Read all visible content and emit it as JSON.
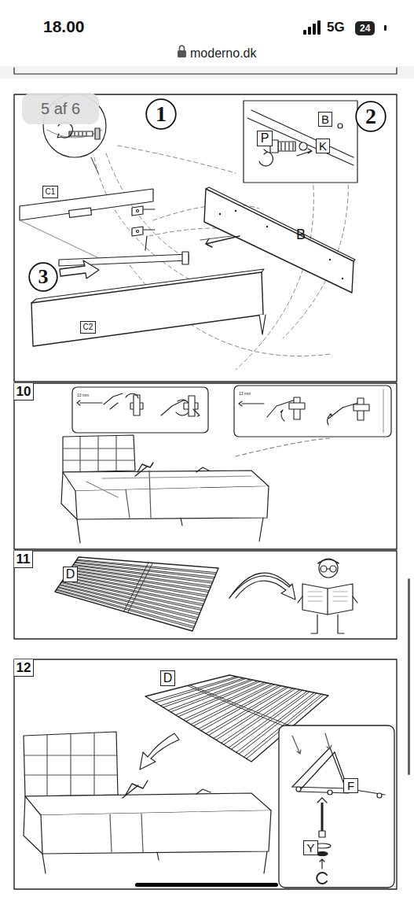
{
  "diagram": {
    "nodes": [
      {
        "text": [
          "5 af 6"
        ]
      },
      {
        "text": [
          "1"
        ]
      },
      {
        "text": [
          "2"
        ]
      },
      {
        "text": [
          "B"
        ]
      },
      {
        "text": [
          "P"
        ]
      },
      {
        "text": [
          "K"
        ]
      },
      {
        "text": [
          "C1"
        ]
      },
      {
        "text": [
          "3"
        ]
      },
      {
        "text": [
          "C2"
        ]
      },
      {
        "text": [
          "10"
        ]
      },
      {
        "text": [
          "11"
        ]
      },
      {
        "text": [
          "D"
        ]
      },
      {
        "text": [
          "12"
        ]
      },
      {
        "text": [
          "D"
        ]
      },
      {
        "text": [
          "F"
        ]
      },
      {
        "text": [
          "Y"
        ]
      }
    ],
    "labels": [
      "18.00",
      "5G",
      "24",
      "moderno.dk",
      "B",
      "13 mm",
      "13 mm"
    ]
  }
}
